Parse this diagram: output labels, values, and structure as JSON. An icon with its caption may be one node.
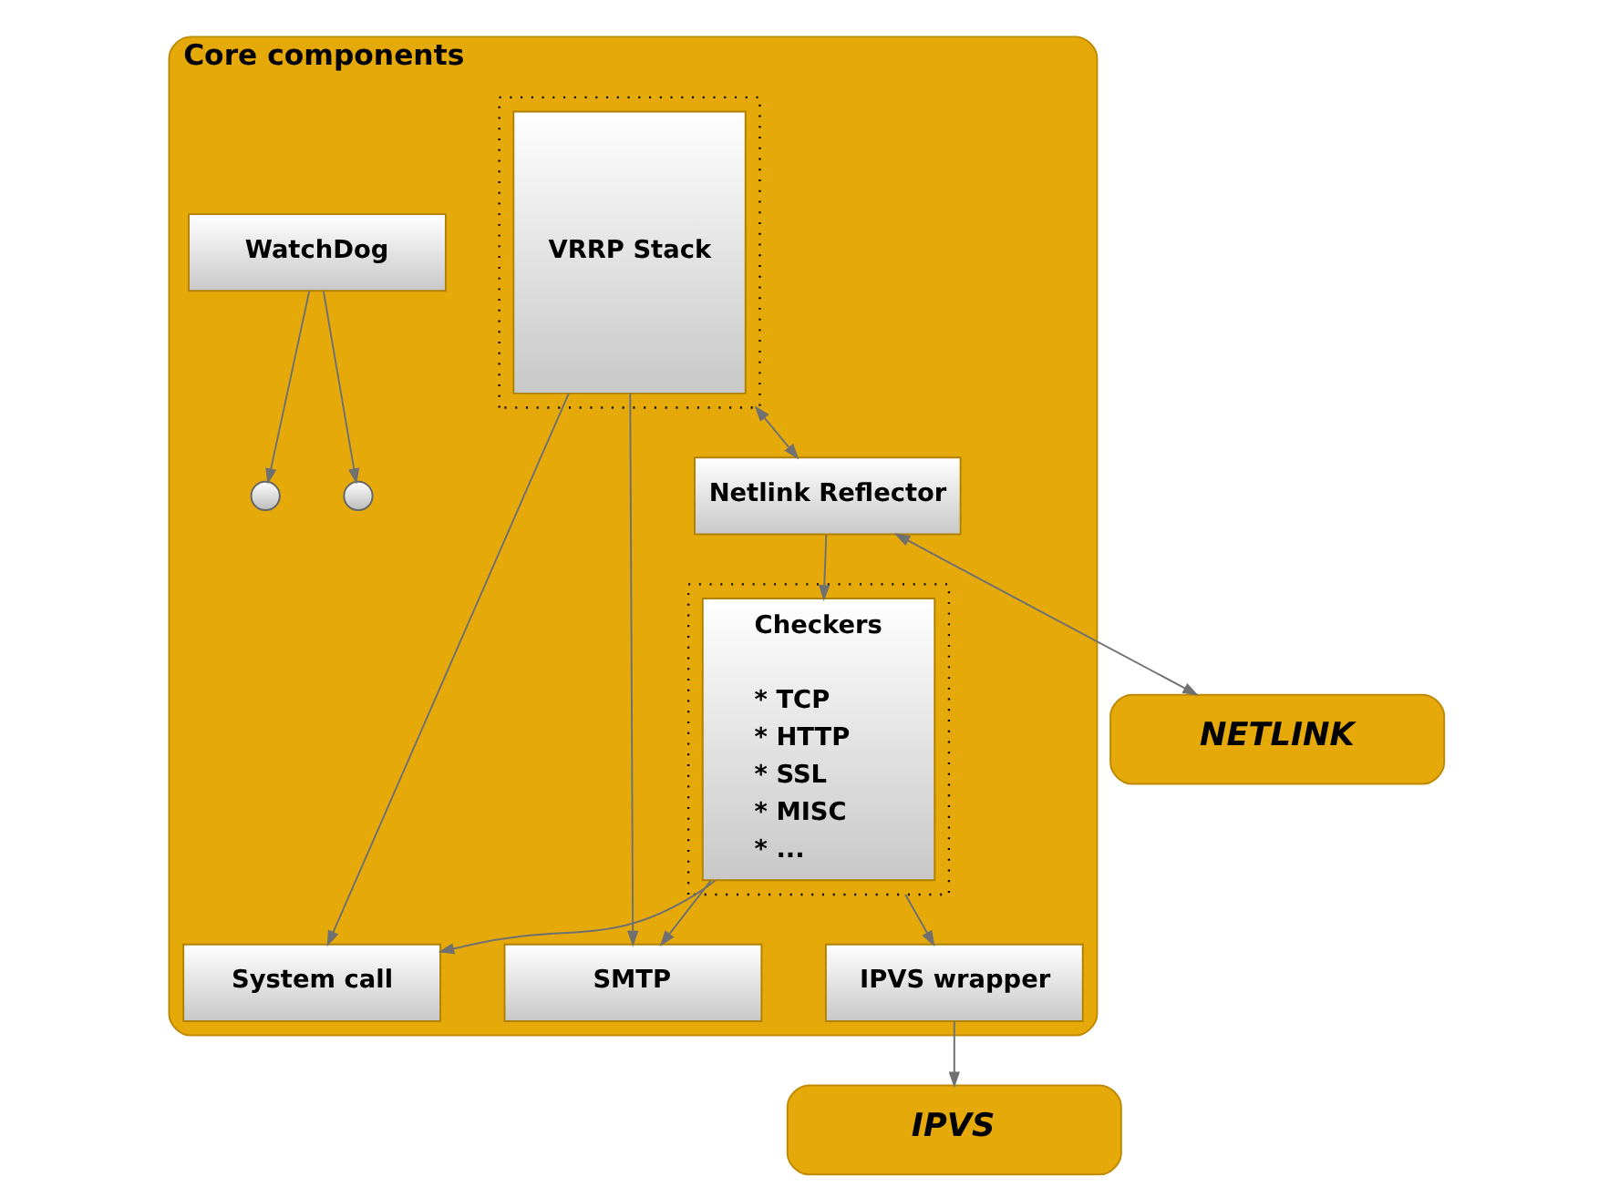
{
  "diagram": {
    "nodes": [
      {
        "text": [
          "Core components"
        ]
      },
      {
        "text": [],
        "shape": "circle",
        "in": 0
      },
      {
        "text": [
          "WatchDog"
        ],
        "in": 0
      },
      {
        "text": [],
        "shape": "circle",
        "in": 0
      },
      {
        "text": [],
        "shape": "box",
        "in": 0
      },
      {
        "text": [
          "Checkers",
          "* TCP * HTTP * SSL * MISC * ..."
        ],
        "in": 4
      },
      {
        "text": [
          "System call"
        ],
        "in": 0
      },
      {
        "text": [
          "SMTP"
        ],
        "in": 0
      },
      {
        "text": [],
        "shape": "box",
        "in": 0
      },
      {
        "text": [
          "VRRP Stack"
        ],
        "in": 8
      },
      {
        "text": [
          "IPVS wrapper"
        ],
        "in": 0
      },
      {
        "text": [
          "Netlink Reflector"
        ],
        "in": 0
      },
      {
        "text": [
          "IPVS"
        ]
      },
      {
        "text": [
          "NETLINK"
        ]
      }
    ],
    "edges": [
      {
        "from": 2,
        "to": 1,
        "arrow": "to"
      },
      {
        "from": 2,
        "to": 3,
        "arrow": "to"
      },
      {
        "from": 5,
        "to": 6,
        "arrow": "to"
      },
      {
        "from": 5,
        "to": 7,
        "arrow": "to"
      },
      {
        "from": 9,
        "to": 6,
        "arrow": "to"
      },
      {
        "from": 9,
        "to": 7,
        "arrow": "to"
      },
      {
        "from": 11,
        "to": 5,
        "arrow": "to"
      },
      {
        "from": 8,
        "to": 11,
        "arrow": "both"
      },
      {
        "from": 4,
        "to": 10,
        "arrow": "to"
      },
      {
        "from": 10,
        "to": 12,
        "arrow": "to"
      },
      {
        "from": 11,
        "to": 13,
        "arrow": "both"
      }
    ]
  }
}
